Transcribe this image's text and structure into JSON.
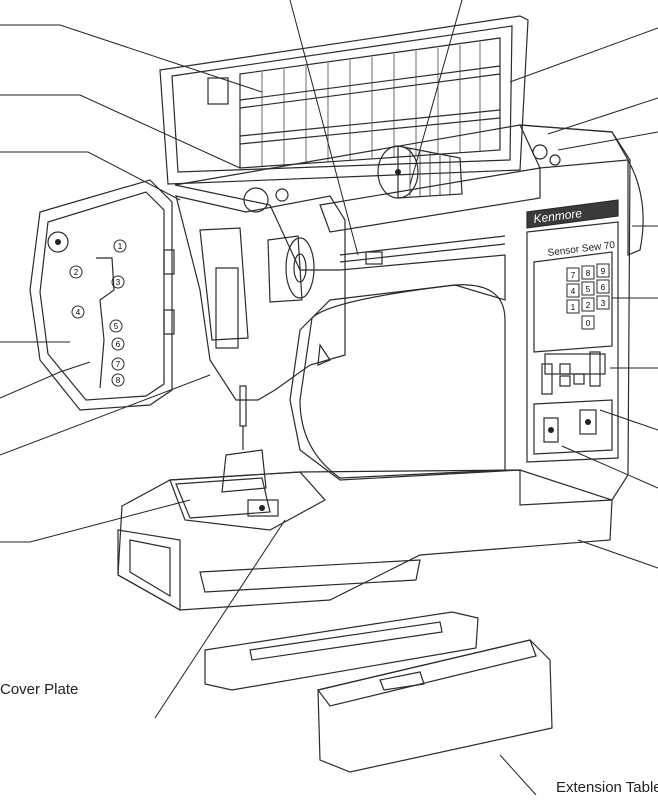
{
  "labels": {
    "needle_cover_plate": "Cover Plate",
    "extension_table": "Extension Table"
  },
  "brand": {
    "name": "Kenmore",
    "model": "Sensor Sew 70"
  },
  "keypad": [
    "7",
    "8",
    "9",
    "4",
    "5",
    "6",
    "1",
    "2",
    "3",
    "0"
  ],
  "threading_steps": [
    "1",
    "2",
    "3",
    "4",
    "5",
    "6",
    "7",
    "8"
  ]
}
